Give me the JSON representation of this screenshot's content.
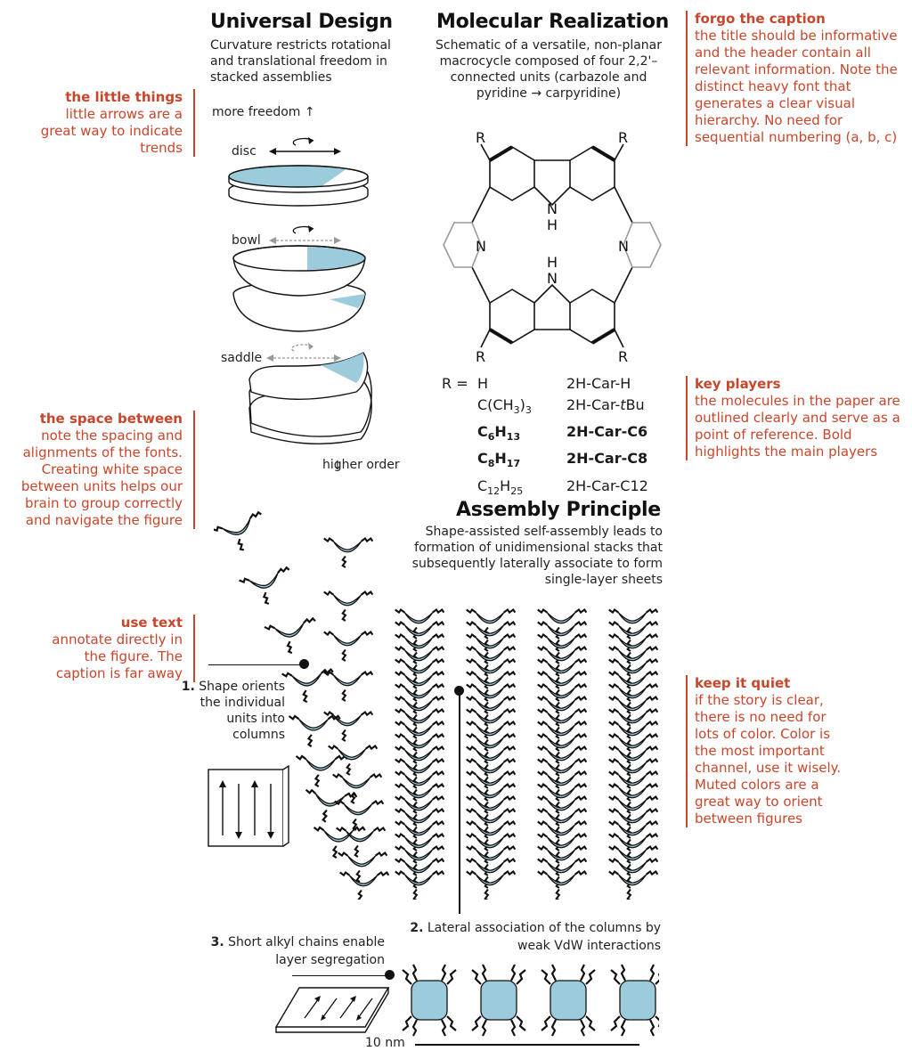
{
  "universal_design": {
    "title": "Universal Design",
    "subtitle": "Curvature restricts rotational and translational freedom in stacked assemblies",
    "more_freedom": "more freedom",
    "higher_order": "higher order",
    "shapes": [
      "disc",
      "bowl",
      "saddle"
    ]
  },
  "molecular_realization": {
    "title": "Molecular Realization",
    "subtitle": "Schematic of a versatile, non-planar macrocycle composed of four 2,2'–connected units (carbazole and pyridine → carpyridine)",
    "r_label": "R",
    "nh_label": "N",
    "h_label": "H",
    "n_label": "N",
    "r_eq": "R =",
    "substituents": [
      {
        "r": "H",
        "name": "2H-Car-H",
        "bold": false
      },
      {
        "r": "C(CH3)3",
        "name": "2H-Car-tBu",
        "bold": false
      },
      {
        "r": "C6H13",
        "name": "2H-Car-C6",
        "bold": true
      },
      {
        "r": "C8H17",
        "name": "2H-Car-C8",
        "bold": true
      },
      {
        "r": "C12H25",
        "name": "2H-Car-C12",
        "bold": false
      }
    ]
  },
  "assembly_principle": {
    "title": "Assembly Principle",
    "subtitle": "Shape-assisted self-assembly leads to formation of unidimensional stacks that subsequently laterally associate to form single-layer sheets",
    "step1_num": "1.",
    "step1": "Shape orients the individual units into columns",
    "step2_num": "2.",
    "step2": "Lateral association of the columns by weak VdW interactions",
    "step3_num": "3.",
    "step3": "Short alkyl chains enable layer segregation",
    "scale": "10 nm"
  },
  "notes": {
    "forgo": {
      "head": "forgo the caption",
      "text": "the title should be informative and the header contain all relevant information. Note the distinct heavy font that generates a clear visual hierarchy. No need for sequential numbering (a, b, c)"
    },
    "little": {
      "head": "the little things",
      "text": "little arrows are a great way to indicate trends"
    },
    "space": {
      "head": "the space between",
      "text": "note the spacing and alignments of the fonts. Creating white space between units helps our brain to group correctly and navigate the figure"
    },
    "usetext": {
      "head": "use text",
      "text": "annotate directly in the figure. The caption is far away"
    },
    "key": {
      "head": "key players",
      "text": "the molecules in the paper are outlined clearly and serve as a point of reference. Bold highlights the main players"
    },
    "quiet": {
      "head": "keep it quiet",
      "text": "if the story is clear, there is no need for lots of color. Color is the most important channel, use it wisely. Muted colors are a great way to orient between figures"
    }
  },
  "colors": {
    "accent": "#c8462b",
    "blue": "#9ccbdc",
    "ink": "#111111"
  }
}
